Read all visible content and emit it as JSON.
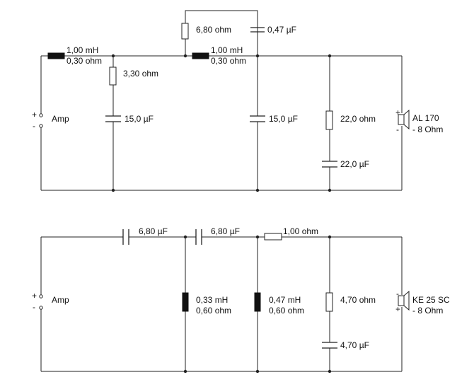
{
  "top": {
    "amp": {
      "label": "Amp",
      "plus": "+",
      "minus": "-"
    },
    "L1": {
      "value": "1,00 mH",
      "dcr": "0,30 ohm"
    },
    "R1": {
      "value": "3,30 ohm"
    },
    "C1": {
      "value": "15,0 µF"
    },
    "R2": {
      "value": "6,80 ohm"
    },
    "C2": {
      "value": "0,47 µF"
    },
    "L2": {
      "value": "1,00 mH",
      "dcr": "0,30 ohm"
    },
    "C3": {
      "value": "15,0 µF"
    },
    "R3": {
      "value": "22,0 ohm"
    },
    "C4": {
      "value": "22,0 µF"
    },
    "speaker": {
      "model": "AL 170",
      "impedance": "- 8 Ohm",
      "plus": "+",
      "minus": "-"
    }
  },
  "bottom": {
    "amp": {
      "label": "Amp",
      "plus": "+",
      "minus": "-"
    },
    "C1": {
      "value": "6,80 µF"
    },
    "C2": {
      "value": "6,80 µF"
    },
    "R1": {
      "value": "1,00 ohm"
    },
    "L1": {
      "value": "0,33 mH",
      "dcr": "0,60 ohm"
    },
    "L2": {
      "value": "0,47 mH",
      "dcr": "0,60 ohm"
    },
    "R2": {
      "value": "4,70 ohm"
    },
    "C3": {
      "value": "4,70 µF"
    },
    "speaker": {
      "model": "KE 25 SC",
      "impedance": "- 8 Ohm",
      "plus": "+",
      "minus": "-"
    }
  }
}
